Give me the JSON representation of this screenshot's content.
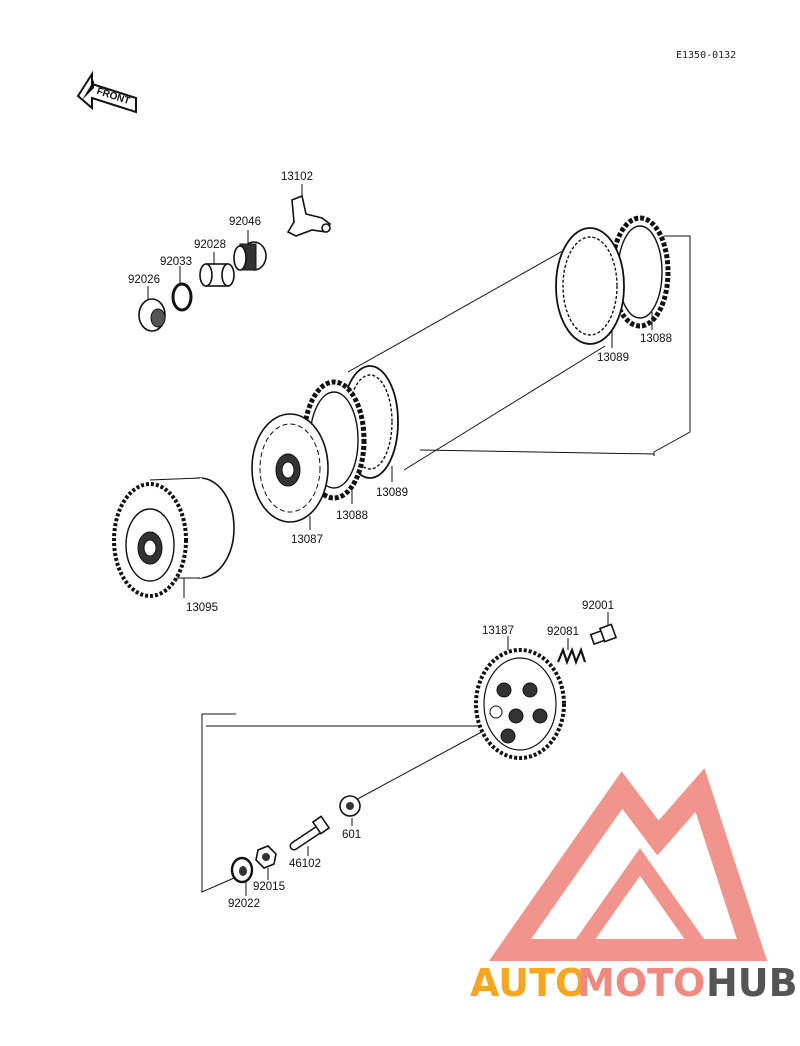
{
  "diagram_code": "E1350-0132",
  "front_label": "FRONT",
  "parts": {
    "p13102": "13102",
    "p92046": "92046",
    "p92028": "92028",
    "p92033": "92033",
    "p92026": "92026",
    "p13088_top": "13088",
    "p13089_top": "13089",
    "p13089_mid": "13089",
    "p13088_mid": "13088",
    "p13087": "13087",
    "p13095": "13095",
    "p92001": "92001",
    "p13187": "13187",
    "p92081": "92081",
    "p601": "601",
    "p46102": "46102",
    "p92015": "92015",
    "p92022": "92022"
  },
  "watermark": {
    "word_auto": "AUTO",
    "word_moto": "MOTO",
    "word_hub": "HUB",
    "colors": {
      "auto": "#f5a623",
      "moto": "#f08a80",
      "hub": "#555555",
      "logo": "#f08a80"
    }
  }
}
